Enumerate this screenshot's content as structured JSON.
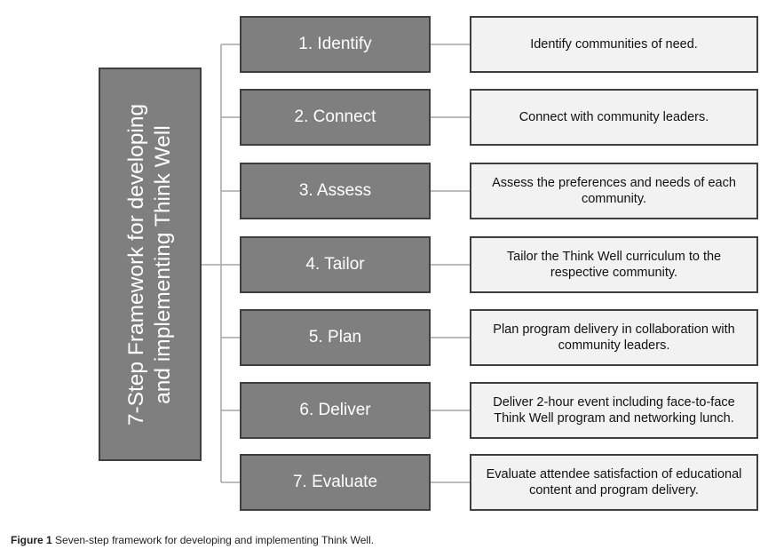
{
  "framework": {
    "title_line1": "7-Step Framework for developing",
    "title_line2": "and implementing Think Well"
  },
  "steps": [
    {
      "label": "1. Identify",
      "description": "Identify communities of need."
    },
    {
      "label": "2. Connect",
      "description": "Connect with community leaders."
    },
    {
      "label": "3. Assess",
      "description": "Assess the preferences and needs of each community."
    },
    {
      "label": "4. Tailor",
      "description": "Tailor the Think Well curriculum to the respective community."
    },
    {
      "label": "5. Plan",
      "description": "Plan program delivery in collaboration with community leaders."
    },
    {
      "label": "6. Deliver",
      "description": "Deliver 2-hour event including face-to-face Think Well program and networking lunch."
    },
    {
      "label": "7. Evaluate",
      "description": "Evaluate attendee satisfaction of educational content and program delivery."
    }
  ],
  "caption": {
    "figure_label": "Figure 1",
    "text": "Seven-step framework for developing and implementing Think Well."
  },
  "colors": {
    "box_fill": "#7f7f7f",
    "box_border": "#3f3f3f",
    "desc_fill": "#f2f2f2",
    "connector": "#a6a6a6"
  }
}
